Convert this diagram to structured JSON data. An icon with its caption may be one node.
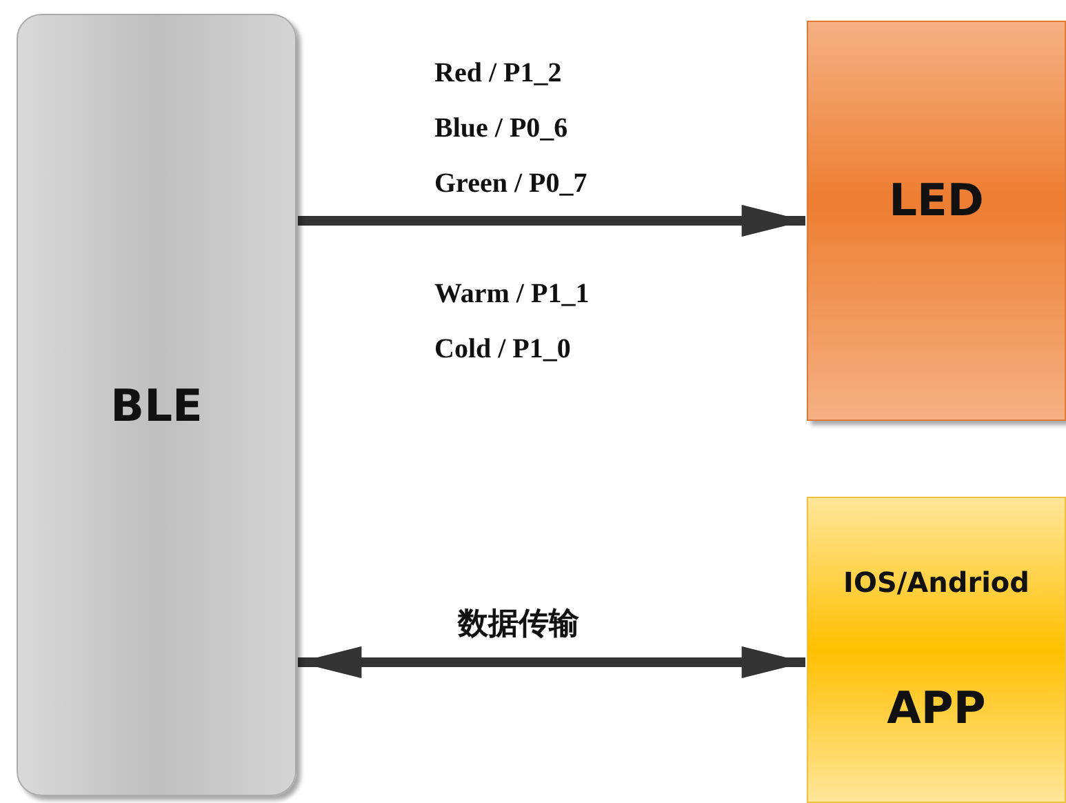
{
  "diagram": {
    "nodes": [
      {
        "text": [
          "BLE"
        ]
      },
      {
        "text": [
          "LED"
        ]
      },
      {
        "text": [
          "IOS/Andriod",
          "APP"
        ]
      }
    ],
    "edges": [
      {
        "from": 0,
        "to": 1,
        "arrow": "to"
      },
      {
        "from": 0,
        "to": 2,
        "arrow": "both",
        "label": "数据传输"
      }
    ],
    "labels": [
      "Red / P1_2",
      "Blue / P0_6",
      "Green / P0_7",
      "Warm / P1_1",
      "Cold / P1_0"
    ]
  }
}
